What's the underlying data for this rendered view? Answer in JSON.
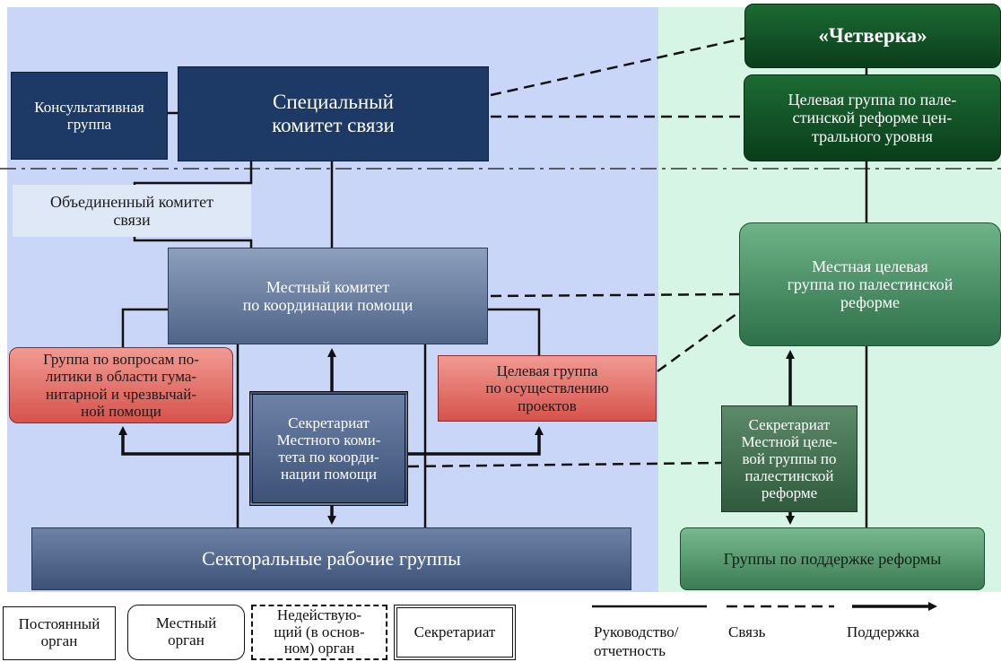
{
  "boxes": {
    "quartet": "«Четверка»",
    "consultative_group": "Консультативная\nгруппа",
    "special_committee": "Специальный\nкомитет связи",
    "central_task_force": "Целевая группа по пале-\nстинской реформе цен-\nтрального уровня",
    "joint_committee": "Объединенный комитет\nсвязи",
    "local_committee": "Местный комитет\nпо координации помощи",
    "local_task_force": "Местная целевая\nгруппа по палестинской\nреформе",
    "humanitarian_group": "Группа по вопросам по-\nлитики в области гума-\nнитарной и чрезвычай-\nной помощи",
    "secretariat_local_committee": "Секретариат\nМестного коми-\nтета по коорди-\nнации помощи",
    "project_task_force": "Целевая группа\nпо осуществлению\nпроектов",
    "secretariat_task_force": "Секретариат\nМестной целе-\nвой группы по\nпалестинской\nреформе",
    "sectoral_groups": "Секторальные рабочие группы",
    "reform_support_groups": "Группы по поддержке реформы"
  },
  "legend": {
    "permanent": "Постоянный\nорган",
    "local": "Местный\nорган",
    "inactive": "Недействую-\nщий (в основ-\nном) орган",
    "secretariat": "Секретариат",
    "line_management": "Руководство/\nотчетность",
    "line_link": "Связь",
    "line_support": "Поддержка"
  },
  "colors": {
    "left_background": "#c9d6f7",
    "right_background": "#d6f5e4",
    "navy_box": "#1d3a66",
    "steel_box": "#4f6488",
    "salmon_box": "#d6534c",
    "dark_green_box": "#0a3d1b",
    "mid_green_box": "#2d7049"
  }
}
